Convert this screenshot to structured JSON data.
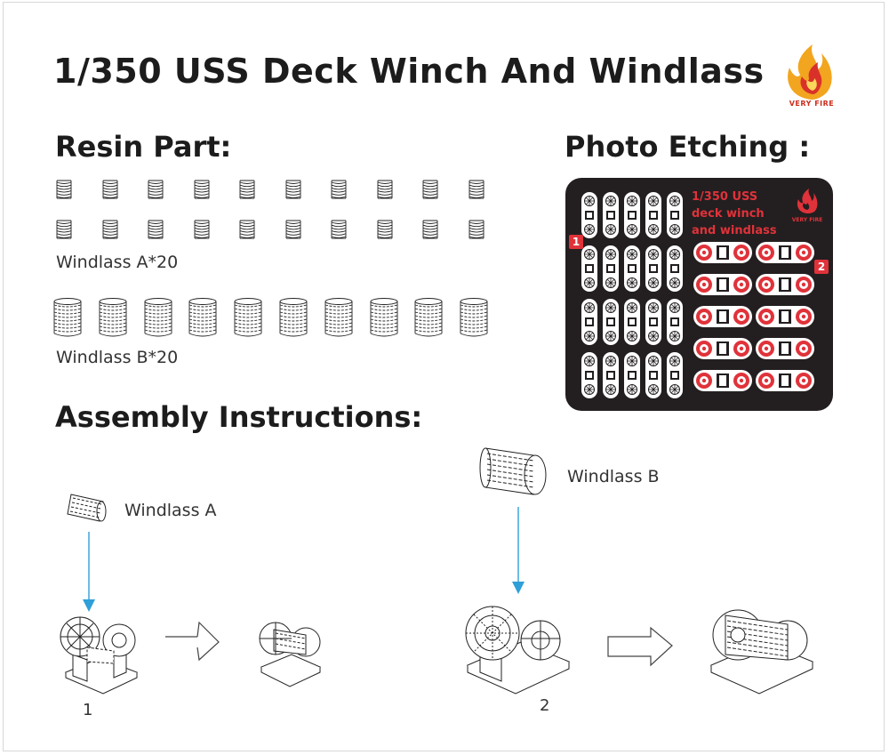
{
  "title": "1/350 USS Deck Winch And Windlass",
  "logo": {
    "brand": "VERY FIRE",
    "colors": {
      "flame_outer": "#f2a51f",
      "flame_inner": "#d9312a"
    }
  },
  "sections": {
    "resin": {
      "heading": "Resin Part:"
    },
    "photo": {
      "heading": "Photo Etching :"
    },
    "assembly": {
      "heading": "Assembly Instructions:"
    }
  },
  "resin_parts": [
    {
      "label": "Windlass A*20",
      "count": 20
    },
    {
      "label": "Windlass B*20",
      "count": 10
    }
  ],
  "photo_etching": {
    "lines": [
      "1/350 USS",
      "deck winch",
      "and windlass"
    ],
    "brand": "VERY FIRE",
    "badges": [
      "1",
      "2"
    ],
    "colors": {
      "board": "#231f20",
      "accent": "#e0323a",
      "metal": "#ffffff"
    }
  },
  "steps": [
    {
      "number": "1",
      "part_label": "Windlass A"
    },
    {
      "number": "2",
      "part_label": "Windlass B"
    }
  ],
  "colors": {
    "arrow_blue": "#2f9fd8",
    "text": "#222222"
  }
}
